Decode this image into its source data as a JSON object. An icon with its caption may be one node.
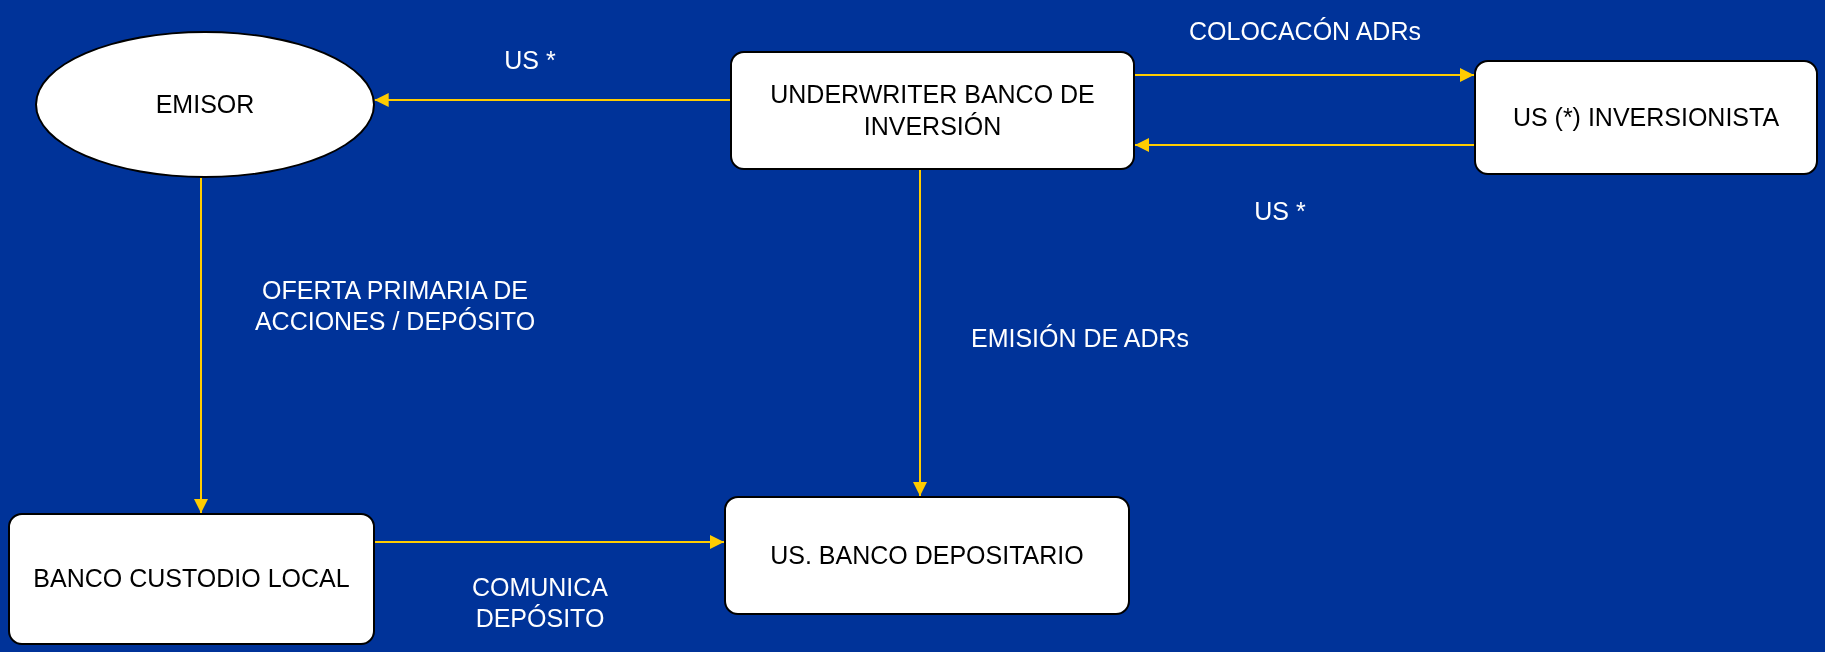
{
  "diagram": {
    "nodes": [
      {
        "text": [
          "EMISOR"
        ]
      },
      {
        "text": [
          "UNDERWRITER BANCO DE INVERSIÓN"
        ]
      },
      {
        "text": [
          "US (*) INVERSIONISTA"
        ]
      },
      {
        "text": [
          "BANCO CUSTODIO LOCAL"
        ]
      },
      {
        "text": [
          "US. BANCO DEPOSITARIO"
        ]
      }
    ],
    "edges": [
      {
        "from": 1,
        "to": 0,
        "arrow": "to",
        "label": "US *"
      },
      {
        "from": 1,
        "to": 2,
        "arrow": "to",
        "label": "COLOCACÓN ADRs"
      },
      {
        "from": 2,
        "to": 1,
        "arrow": "to",
        "label": "US *"
      },
      {
        "from": 0,
        "to": 3,
        "arrow": "to",
        "label": "OFERTA PRIMARIA DE ACCIONES / DEPÓSITO"
      },
      {
        "from": 1,
        "to": 4,
        "arrow": "to",
        "label": "EMISIÓN DE ADRs"
      },
      {
        "from": 3,
        "to": 4,
        "arrow": "to",
        "label": "COMUNICA DEPÓSITO"
      }
    ]
  }
}
